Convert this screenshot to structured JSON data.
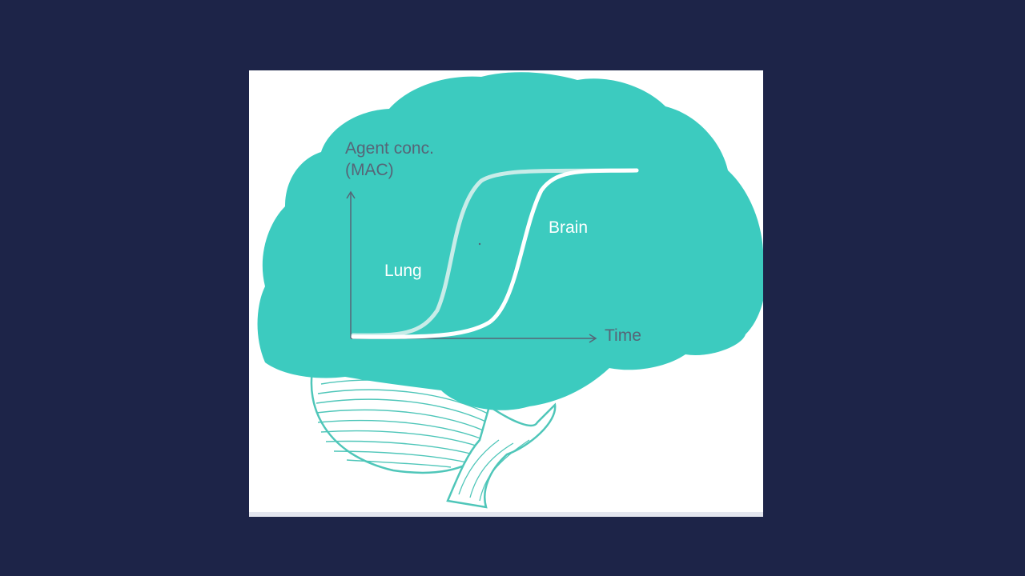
{
  "chart_data": {
    "type": "line",
    "xlabel": "Time",
    "ylabel": "Agent conc. (MAC)",
    "ylabel_lines": [
      "Agent conc.",
      "(MAC)"
    ],
    "series": [
      {
        "name": "Lung",
        "shape": "sigmoid",
        "values": [
          0.0,
          0.02,
          0.5,
          0.98,
          1.0
        ]
      },
      {
        "name": "Brain",
        "shape": "sigmoid",
        "values": [
          0.0,
          0.01,
          0.5,
          0.97,
          1.0
        ]
      }
    ],
    "colors": {
      "lung": "#c8ece8",
      "brain": "#ffffff",
      "axis": "#566577",
      "brain_fill": "#3ccbbf"
    }
  }
}
